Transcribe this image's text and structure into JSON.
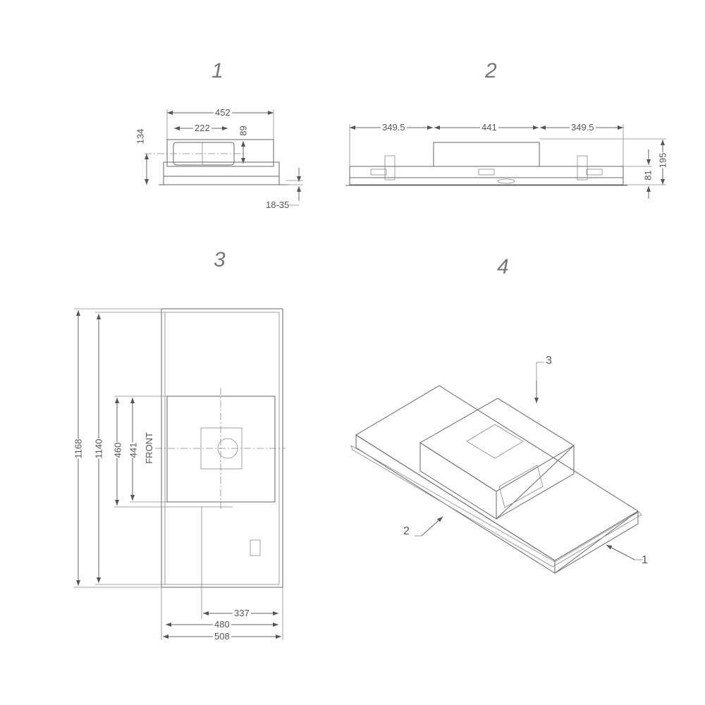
{
  "views": [
    {
      "label": "1",
      "name": "side-view"
    },
    {
      "label": "2",
      "name": "front-view"
    },
    {
      "label": "3",
      "name": "top-view"
    },
    {
      "label": "4",
      "name": "isometric-view"
    }
  ],
  "view1": {
    "width_total": "452",
    "width_outlet": "222",
    "height_total": "134",
    "height_outlet": "89",
    "ceiling_range": "18-35"
  },
  "view2": {
    "left_offset": "349.5",
    "center_width": "441",
    "right_offset": "349.5",
    "height_total": "195",
    "height_base": "81"
  },
  "view3": {
    "length_outer": "1168",
    "length_inner": "1140",
    "box_outer": "460",
    "box_inner": "441",
    "front_label": "FRONT",
    "outlet_offset": "337",
    "width_inner": "480",
    "width_outer": "508"
  },
  "view4": {
    "callouts": [
      "3",
      "2",
      "1"
    ]
  }
}
